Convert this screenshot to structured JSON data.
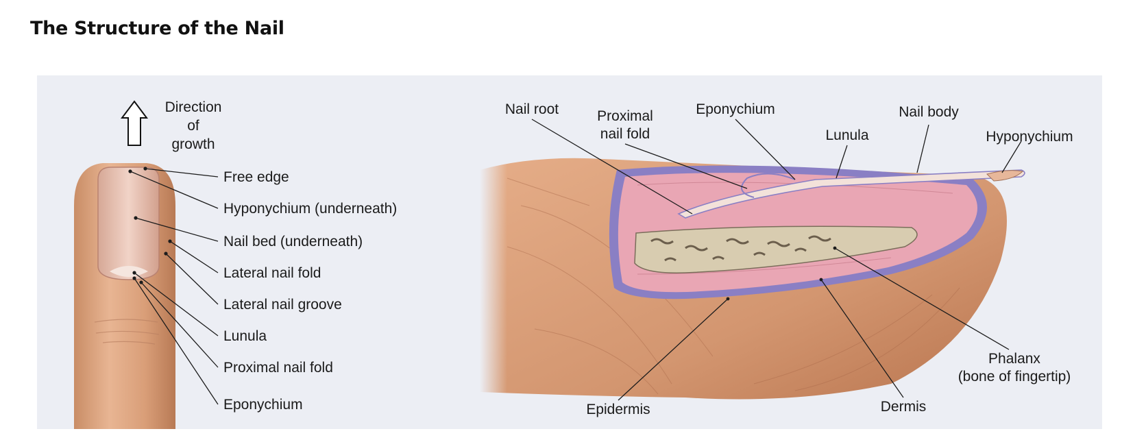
{
  "page": {
    "title": "The Structure of the Nail"
  },
  "left_view": {
    "growth": {
      "line1": "Direction",
      "line2": "of",
      "line3": "growth"
    },
    "labels": {
      "free_edge": "Free edge",
      "hyponychium": "Hyponychium (underneath)",
      "nail_bed": "Nail bed (underneath)",
      "lateral_nail_fold": "Lateral nail fold",
      "lateral_nail_groove": "Lateral nail groove",
      "lunula": "Lunula",
      "proximal_nail_fold": "Proximal nail fold",
      "eponychium": "Eponychium"
    }
  },
  "right_view": {
    "labels": {
      "nail_root": "Nail root",
      "proximal_nail_fold_1": "Proximal",
      "proximal_nail_fold_2": "nail fold",
      "eponychium": "Eponychium",
      "lunula": "Lunula",
      "nail_body": "Nail body",
      "hyponychium": "Hyponychium",
      "phalanx_1": "Phalanx",
      "phalanx_2": "(bone of fingertip)",
      "epidermis": "Epidermis",
      "dermis": "Dermis"
    }
  },
  "colors": {
    "background": "#eceef4",
    "skin": "#d9a07a",
    "skin_dark": "#b8764f",
    "dermis_pink": "#e9a6b4",
    "epidermis_purple": "#8a7fc4",
    "bone": "#d8ccb0",
    "nail": "#f3e2da"
  }
}
